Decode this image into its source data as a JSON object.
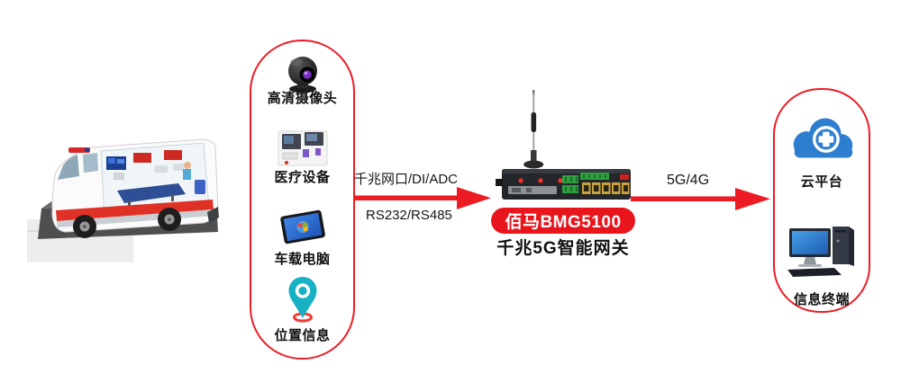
{
  "colors": {
    "accent_red": "#ed1c24",
    "badge_red": "#e8151c",
    "text": "#111111",
    "cloud_blue": "#2e7ed0",
    "pin_teal": "#17b0c4"
  },
  "left_panel": {
    "items": [
      {
        "icon": "dome-camera-icon",
        "label": "高清摄像头"
      },
      {
        "icon": "medical-device-icon",
        "label": "医疗设备"
      },
      {
        "icon": "vehicle-computer-icon",
        "label": "车载电脑"
      },
      {
        "icon": "location-pin-icon",
        "label": "位置信息"
      }
    ]
  },
  "uplink": {
    "top_label": "千兆网口/DI/ADC",
    "bottom_label": "RS232/RS485"
  },
  "gateway": {
    "badge": "佰马BMG5100",
    "subtitle": "千兆5G智能网关"
  },
  "wan_link": {
    "label": "5G/4G"
  },
  "right_panel": {
    "items": [
      {
        "icon": "medical-cloud-icon",
        "label": "云平台"
      },
      {
        "icon": "desktop-terminal-icon",
        "label": "信息终端"
      }
    ]
  }
}
